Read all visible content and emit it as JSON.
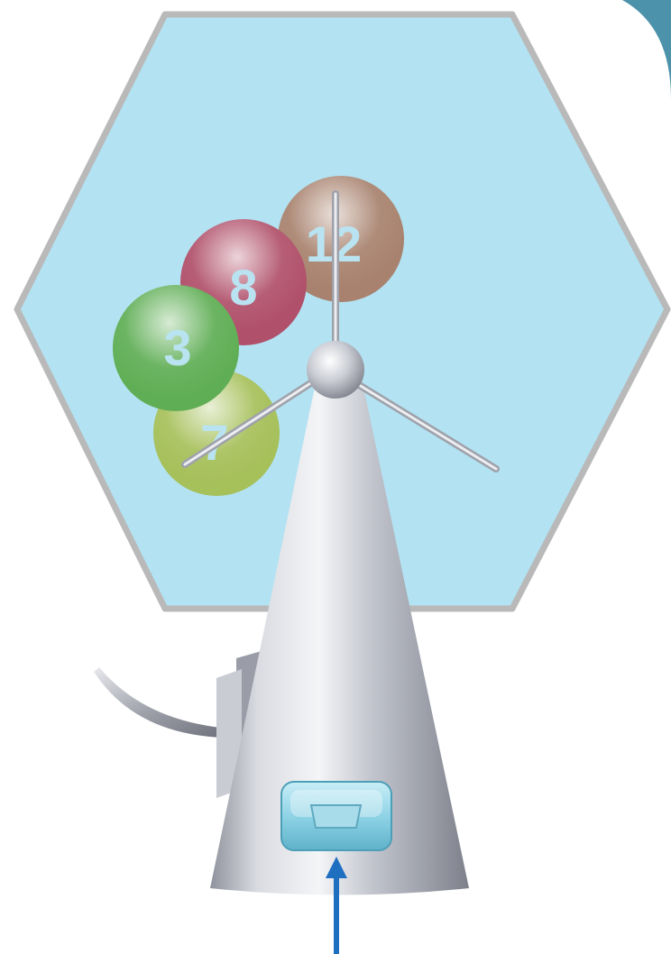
{
  "balls": [
    {
      "number": "12",
      "color": "#a8826e"
    },
    {
      "number": "8",
      "color": "#b0506a"
    },
    {
      "number": "3",
      "color": "#5fae55"
    },
    {
      "number": "7",
      "color": "#a6c05a"
    }
  ],
  "colors": {
    "hexagon_fill": "#b3e2f2",
    "hexagon_border": "#b9b9b9",
    "tower_metal": "#b8bbc4",
    "ball_text": "#b9e3f1",
    "arrow": "#1f6fc1",
    "button": "#8fd3e6"
  },
  "icons": {
    "tower": "metal-cone-icon",
    "arm": "curved-arm-icon",
    "button": "slot-button-icon",
    "arrow": "arrow-up-icon"
  }
}
